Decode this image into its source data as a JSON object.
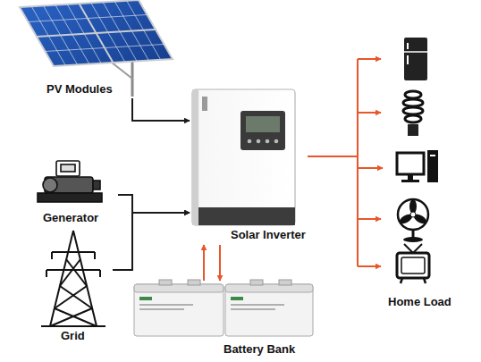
{
  "diagram": {
    "nodes": [
      {
        "text": [
          "PV Modules"
        ]
      },
      {
        "text": [
          "Solar Inverter"
        ]
      },
      {
        "text": [
          "Generator"
        ]
      },
      {
        "text": [
          "Grid"
        ]
      },
      {
        "text": [
          "Battery Bank"
        ]
      },
      {
        "text": [
          "Home Load"
        ]
      }
    ],
    "edges": [
      {
        "from": 0,
        "to": 1,
        "arrow": "to"
      },
      {
        "from": 2,
        "to": 1,
        "arrow": "to"
      },
      {
        "from": 3,
        "to": 1,
        "arrow": "to"
      },
      {
        "from": 1,
        "to": 5,
        "arrow": "to"
      },
      {
        "from": 4,
        "to": 1,
        "arrow": "to"
      },
      {
        "from": 1,
        "to": 4,
        "arrow": "to"
      }
    ]
  }
}
